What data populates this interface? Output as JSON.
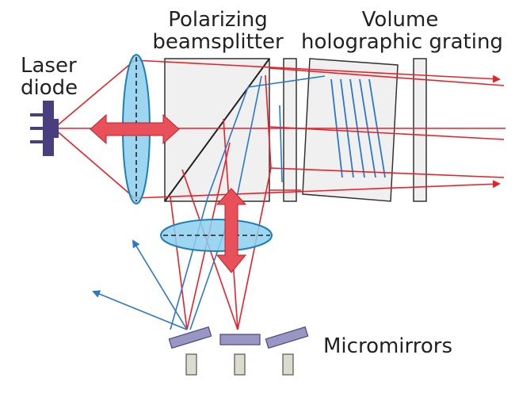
{
  "labels": {
    "laser_line1": "Laser",
    "laser_line2": "diode",
    "pbs_line1": "Polarizing",
    "pbs_line2": "beamsplitter",
    "vhg_line1": "Volume",
    "vhg_line2": "holographic grating",
    "micromirrors": "Micromirrors"
  },
  "colors": {
    "laser_beam": "#e8202a",
    "reflected_beam": "#2a78c8",
    "polarization_arrow": "#e8505a",
    "lens_fill": "#8ccfee",
    "lens_edge": "#1e7fb4",
    "laser_diode": "#4a3f7e",
    "micromirror": "#9a96c4",
    "mirror_support": "#dcdccc",
    "optics_outline": "#333333"
  }
}
